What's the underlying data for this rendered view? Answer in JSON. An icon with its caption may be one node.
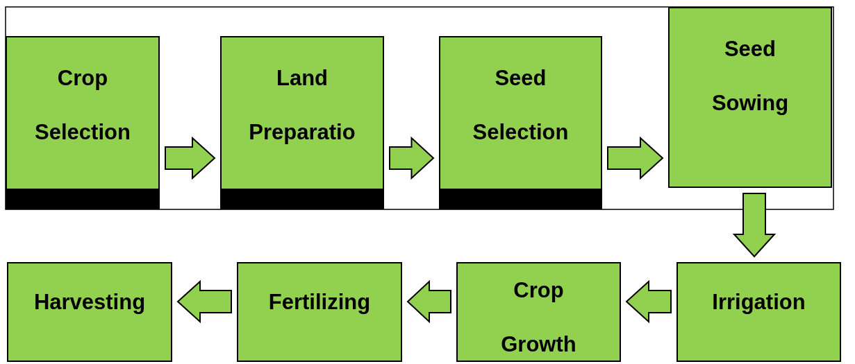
{
  "diagram": {
    "nodes": [
      {
        "text": [
          "Crop Selection"
        ]
      },
      {
        "text": [
          "Land Preparatio"
        ]
      },
      {
        "text": [
          "Seed Selection"
        ]
      },
      {
        "text": [
          "Seed Sowing"
        ]
      },
      {
        "text": [
          "Irrigation"
        ]
      },
      {
        "text": [
          "Crop Growth"
        ]
      },
      {
        "text": [
          "Fertilizing"
        ]
      },
      {
        "text": [
          "Harvesting"
        ]
      }
    ],
    "edges": [
      {
        "from": 0,
        "to": 1,
        "arrow": "to"
      },
      {
        "from": 1,
        "to": 2,
        "arrow": "to"
      },
      {
        "from": 2,
        "to": 3,
        "arrow": "to"
      },
      {
        "from": 3,
        "to": 4,
        "arrow": "to"
      },
      {
        "from": 4,
        "to": 5,
        "arrow": "to"
      },
      {
        "from": 5,
        "to": 6,
        "arrow": "to"
      },
      {
        "from": 6,
        "to": 7,
        "arrow": "to"
      }
    ]
  }
}
